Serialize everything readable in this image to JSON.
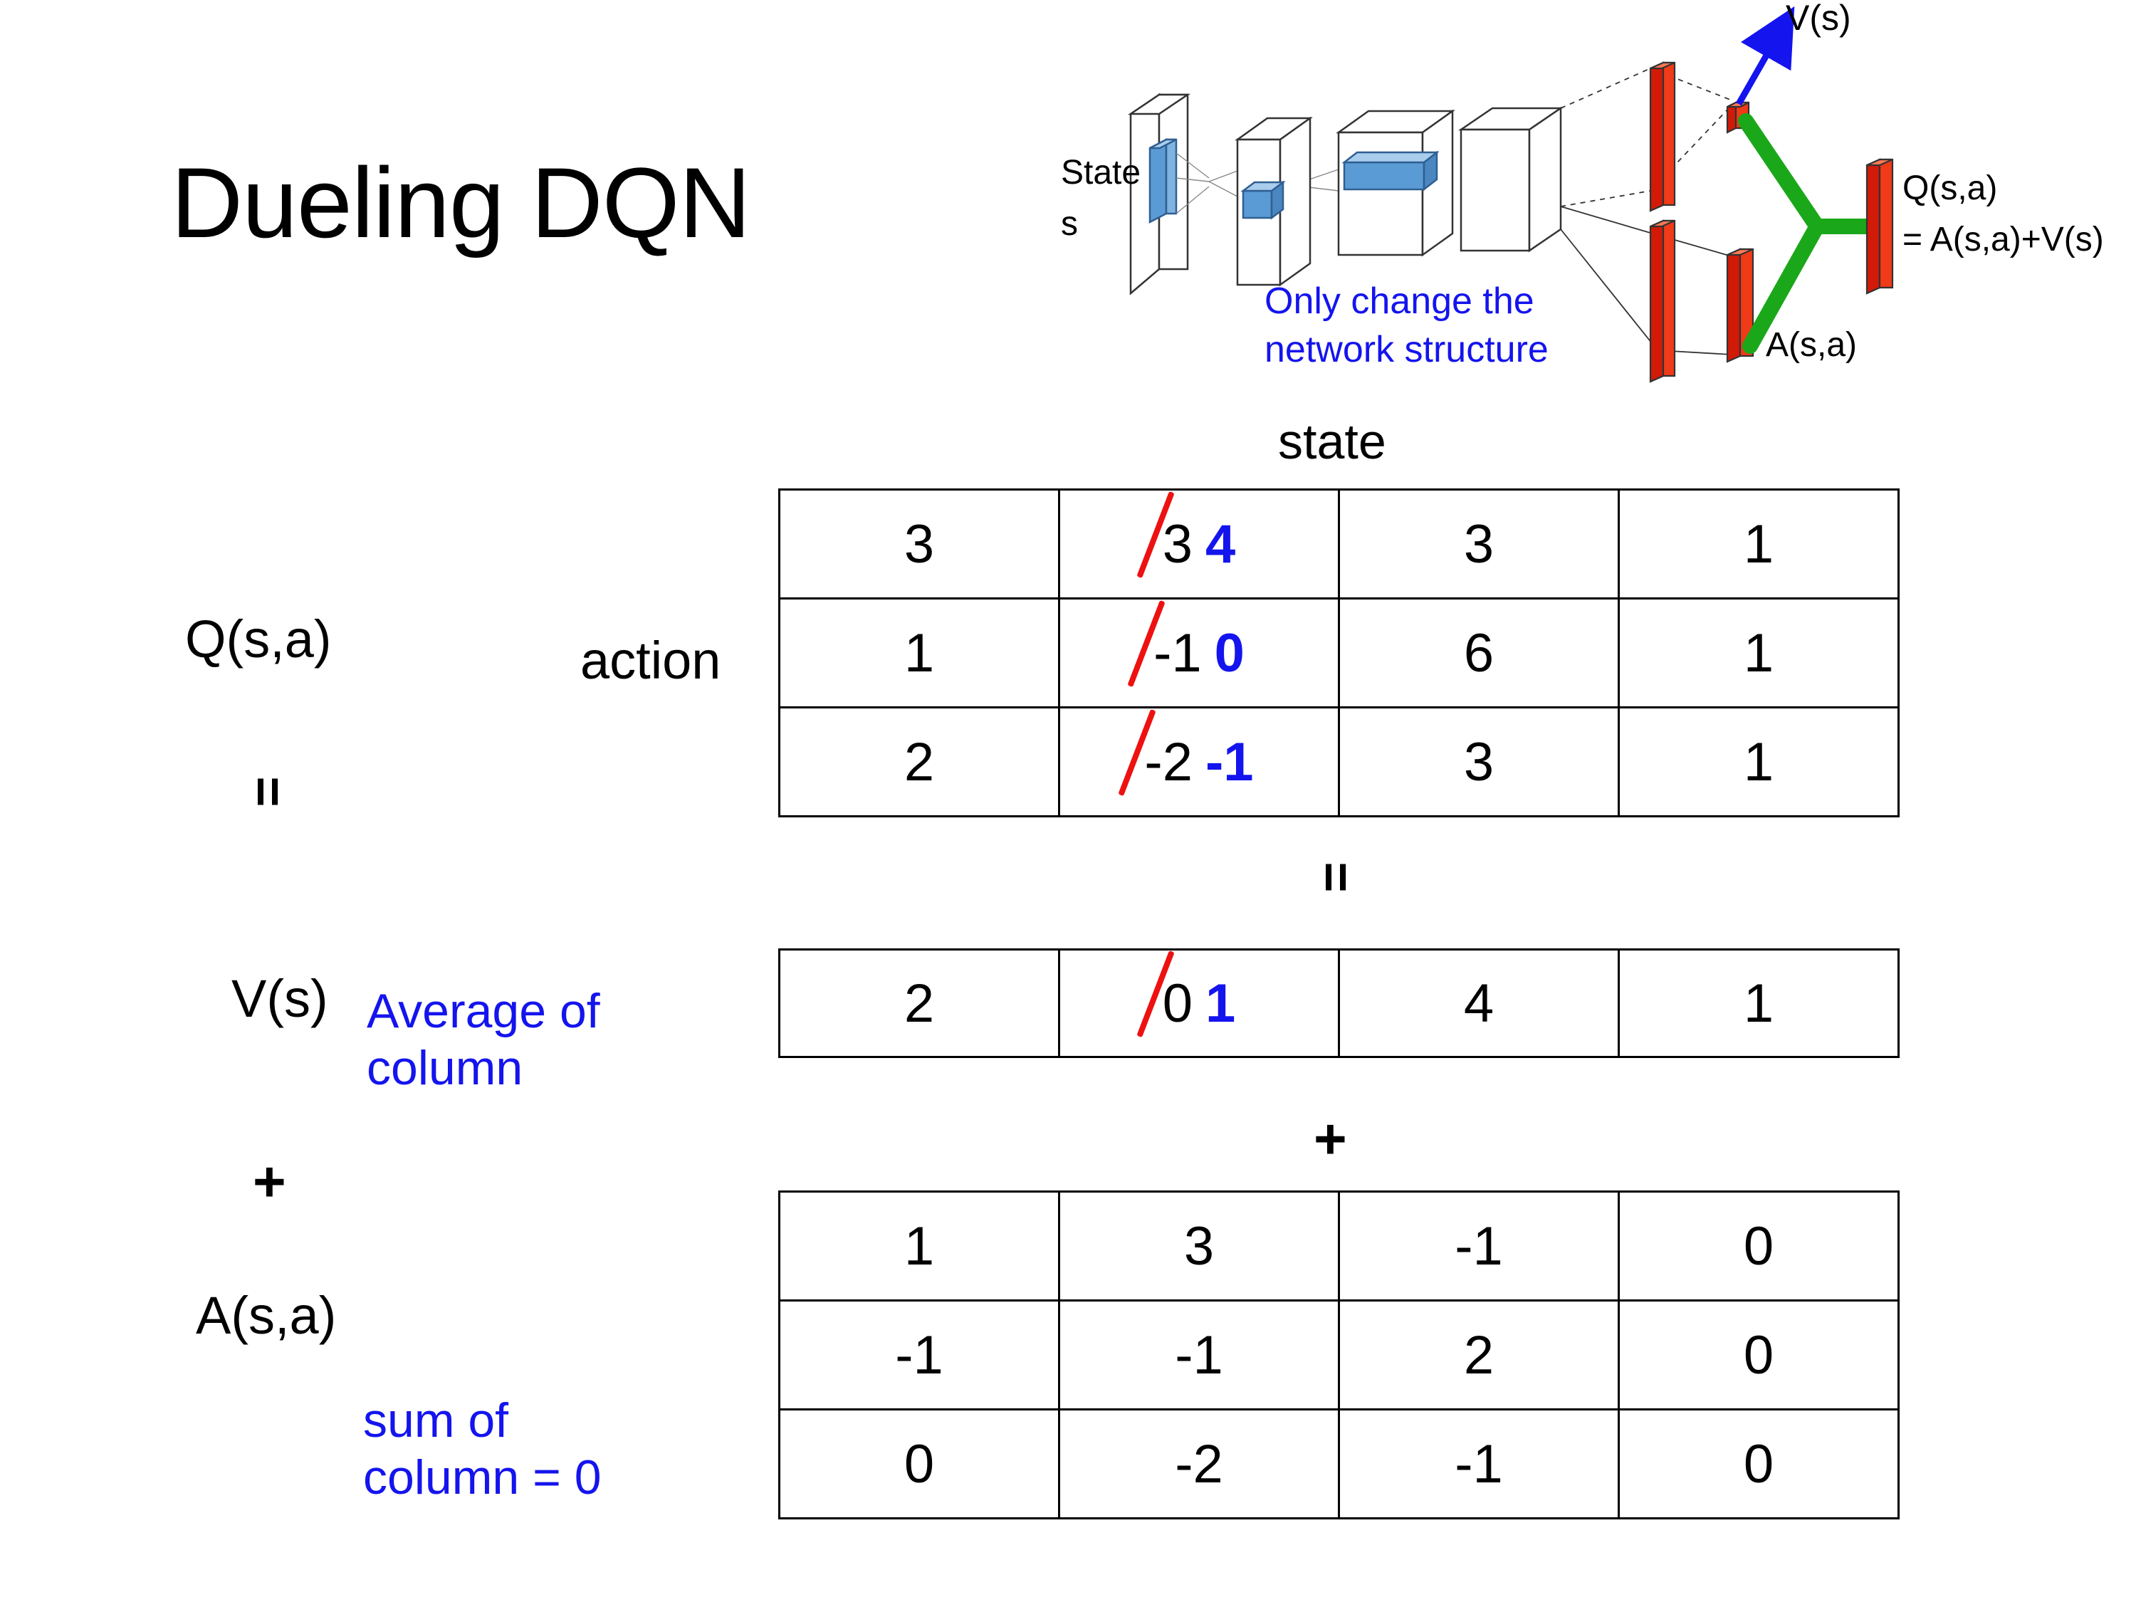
{
  "slide": {
    "title": "Dueling DQN"
  },
  "diagram": {
    "input_label_line1": "State",
    "input_label_line2": "s",
    "note_line1": "Only change the",
    "note_line2": "network structure",
    "value_label": "V(s)",
    "advantage_label": "A(s,a)",
    "q_label_line1": "Q(s,a)",
    "q_label_line2": "= A(s,a)+V(s)",
    "colors": {
      "note": "#1414ee",
      "value_arrow": "#1414ee",
      "combine": "#1aa81a",
      "output_bar": "#ee2211",
      "conv_feature": "#5b9bd5"
    }
  },
  "labels": {
    "state": "state",
    "action": "action",
    "q": "Q(s,a)",
    "v": "V(s)",
    "a": "A(s,a)",
    "equals": "=",
    "plus": "+"
  },
  "notes": {
    "average_line1": "Average of",
    "average_line2": "column",
    "sum_line1": "sum of",
    "sum_line2": "column = 0",
    "color": "#1414ee"
  },
  "chart_data": {
    "type": "table",
    "title": "Dueling DQN",
    "axis_labels": {
      "columns": "state",
      "rows": "action"
    },
    "relation": "Q(s,a) = V(s) + A(s,a)",
    "edit_colors": {
      "strikethrough": "#ee1111",
      "replacement": "#1414ee"
    },
    "tables": [
      {
        "name": "Q(s,a)",
        "rows": 3,
        "cols": 4,
        "values": [
          [
            "3",
            "3",
            "3",
            "1"
          ],
          [
            "1",
            "-1",
            "6",
            "1"
          ],
          [
            "2",
            "-2",
            "3",
            "1"
          ]
        ],
        "edits": [
          {
            "row": 0,
            "col": 1,
            "old": "3",
            "new": "4"
          },
          {
            "row": 1,
            "col": 1,
            "old": "-1",
            "new": "0"
          },
          {
            "row": 2,
            "col": 1,
            "old": "-2",
            "new": "-1"
          }
        ]
      },
      {
        "name": "V(s)",
        "rows": 1,
        "cols": 4,
        "values": [
          [
            "2",
            "0",
            "4",
            "1"
          ]
        ],
        "edits": [
          {
            "row": 0,
            "col": 1,
            "old": "0",
            "new": "1"
          }
        ]
      },
      {
        "name": "A(s,a)",
        "rows": 3,
        "cols": 4,
        "values": [
          [
            "1",
            "3",
            "-1",
            "0"
          ],
          [
            "-1",
            "-1",
            "2",
            "0"
          ],
          [
            "0",
            "-2",
            "-1",
            "0"
          ]
        ],
        "edits": []
      }
    ]
  }
}
